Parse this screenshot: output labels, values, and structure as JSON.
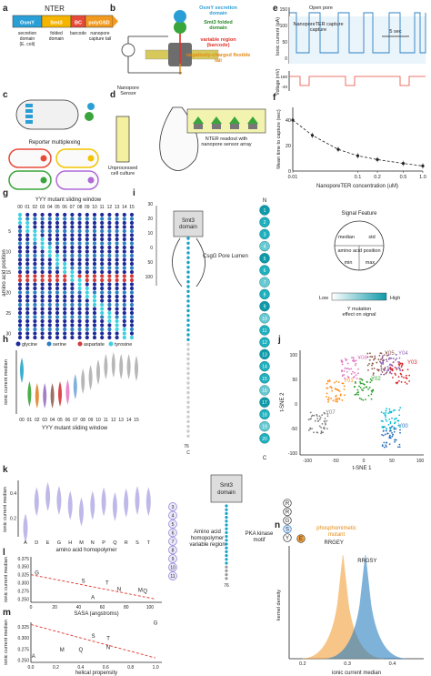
{
  "panel_letters": [
    "a",
    "b",
    "c",
    "d",
    "e",
    "f",
    "g",
    "h",
    "i",
    "j",
    "k",
    "l",
    "m",
    "n"
  ],
  "panel_a": {
    "title": "NTER",
    "segments": [
      "OsmY",
      "Smt3",
      "BC",
      "polyGSD"
    ],
    "segment_colors": [
      "#2a9fd6",
      "#f4b400",
      "#e84a3a",
      "#f29a1f"
    ],
    "captions": [
      "secretion domain (E. coli)",
      "folded domain",
      "barcode",
      "nanopore capture tail"
    ]
  },
  "panel_b": {
    "labels": [
      "OsmY secretion domain",
      "Smt3 folded domain",
      "variable region (barcode)",
      "negatively-charged flexible tail",
      "Nanopore Sensor"
    ],
    "label_colors": [
      "#2a9fd6",
      "#2a8a2a",
      "#e0342c",
      "#e38a16",
      "#333333"
    ]
  },
  "panel_c": {
    "label": "Reporter multiplexing"
  },
  "panel_d": {
    "labels": [
      "NTER readout with nanopore sensor array",
      "Unprocessed cell culture"
    ]
  },
  "panel_e": {
    "annotations": [
      "Open pore",
      "NanoporeTER capture",
      "5 sec"
    ],
    "ylabel_top": "Ionic current (pA)",
    "yticks_top": [
      "150",
      "100",
      "50",
      "0"
    ],
    "ylabel_bottom": "Voltage (mV)",
    "yticks_bottom": [
      "180",
      "-40"
    ]
  },
  "panel_g": {
    "title": "YYY mutant sliding window",
    "xticks": [
      "00",
      "01",
      "02",
      "03",
      "04",
      "05",
      "06",
      "07",
      "08",
      "09",
      "10",
      "11",
      "12",
      "13",
      "14",
      "15"
    ],
    "yticks": [
      "5",
      "10",
      "15",
      "20",
      "25",
      "30"
    ],
    "ylabel": "amino acid position",
    "legend": [
      "glycine",
      "serine",
      "aspartate",
      "tyrosine"
    ],
    "legend_colors": [
      "#1f2a9a",
      "#2c7fc0",
      "#d23a3a",
      "#40d0e0"
    ]
  },
  "panel_i": {
    "labels": [
      "Smt3 domain",
      "CsgG Pore Lumen",
      "Signal Feature",
      "Low",
      "High",
      "Y mutation effect on signal",
      "N",
      "C"
    ],
    "feature_center": [
      "median",
      "std",
      "amino acid position",
      "min",
      "max"
    ],
    "bead_numbers": [
      "1",
      "2",
      "3",
      "4",
      "5",
      "6",
      "7",
      "8",
      "9",
      "10",
      "11",
      "12",
      "13",
      "14",
      "15",
      "16",
      "17",
      "18",
      "19",
      "20"
    ],
    "ruler_ticks": [
      "30",
      "20",
      "10",
      "0",
      "50",
      "100"
    ],
    "terminal_number": "76"
  },
  "panel_j": {
    "xlabel": "t-SNE 1",
    "ylabel": "t-SNE 2",
    "xticks": [
      "-100",
      "-50",
      "0",
      "50",
      "100"
    ],
    "yticks": [
      "100",
      "50",
      "0",
      "-50",
      "-100"
    ],
    "clusters": [
      {
        "name": "Y00",
        "color": "#2a6fb8"
      },
      {
        "name": "Y01",
        "color": "#ff8c1a"
      },
      {
        "name": "Y02",
        "color": "#2ca02c"
      },
      {
        "name": "Y03",
        "color": "#d62728"
      },
      {
        "name": "Y04",
        "color": "#9467bd"
      },
      {
        "name": "Y05",
        "color": "#8c564b"
      },
      {
        "name": "Y06",
        "color": "#e377c2"
      },
      {
        "name": "Y07",
        "color": "#7f7f7f"
      },
      {
        "name": "",
        "color": "#00bcd4"
      }
    ]
  },
  "panel_k_right": {
    "labels": [
      "Smt3 domain",
      "Amino acid homopolymer variable region",
      "PKA kinase motif",
      "phosphomimetic mutant"
    ],
    "bead_numbers": [
      "3",
      "4",
      "5",
      "6",
      "7",
      "8",
      "9",
      "10",
      "11"
    ],
    "motif_letters": [
      "R",
      "R",
      "G",
      "S",
      "Y"
    ],
    "mutant_letter": "E",
    "terminal_number": "76"
  },
  "chart_data": [
    {
      "type": "line",
      "title": "",
      "xlabel": "NanoporeTER concentration (uM)",
      "ylabel": "Mean time to capture (sec)",
      "xscale": "log",
      "x": [
        0.01,
        0.02,
        0.05,
        0.1,
        0.2,
        0.5,
        1.0
      ],
      "y": [
        40,
        28,
        17,
        12,
        9,
        6,
        4
      ],
      "xticks": [
        "0.01",
        "0.1",
        "0.2",
        "0.5",
        "1.0"
      ],
      "yticks": [
        "0",
        "20",
        "40"
      ],
      "ylim": [
        0,
        50
      ]
    },
    {
      "type": "violin",
      "xlabel": "YYY mutant sliding window",
      "ylabel": "ionic current median",
      "categories": [
        "00",
        "01",
        "02",
        "03",
        "04",
        "05",
        "06",
        "07",
        "08",
        "09",
        "10",
        "11",
        "12",
        "13",
        "14",
        "15"
      ],
      "medians": [
        0.34,
        0.21,
        0.2,
        0.2,
        0.2,
        0.21,
        0.22,
        0.25,
        0.28,
        0.3,
        0.33,
        0.36,
        0.37,
        0.36,
        0.36,
        0.35
      ],
      "colors": [
        "#1aa1c6",
        "#2ca02c",
        "#e07b1a",
        "#9467bd",
        "#8c564b",
        "#d62728",
        "#e377c2",
        "#6aa2d8",
        "#aaaaaa",
        "#aaaaaa",
        "#aaaaaa",
        "#aaaaaa",
        "#aaaaaa",
        "#aaaaaa",
        "#aaaaaa",
        "#aaaaaa"
      ]
    },
    {
      "type": "violin",
      "xlabel": "amino acid homopolymer",
      "ylabel": "ionic current median",
      "categories": [
        "A",
        "D",
        "E",
        "G",
        "H",
        "M",
        "N",
        "P",
        "Q",
        "R",
        "S",
        "T"
      ],
      "medians": [
        0.12,
        0.33,
        0.37,
        0.34,
        0.3,
        0.25,
        0.3,
        0.33,
        0.29,
        0.32,
        0.34,
        0.33
      ],
      "yticks": [
        "0.4",
        "0.2"
      ],
      "color": "#8a7fd8"
    },
    {
      "type": "scatter",
      "xlabel": "SASA (angstroms)",
      "ylabel": "ionic current median",
      "points": [
        {
          "label": "G",
          "x": 5,
          "y": 0.325
        },
        {
          "label": "S",
          "x": 44,
          "y": 0.3
        },
        {
          "label": "T",
          "x": 64,
          "y": 0.295
        },
        {
          "label": "N",
          "x": 74,
          "y": 0.275
        },
        {
          "label": "M",
          "x": 92,
          "y": 0.272
        },
        {
          "label": "Q",
          "x": 96,
          "y": 0.27
        },
        {
          "label": "A",
          "x": 52,
          "y": 0.25
        }
      ],
      "xticks": [
        "0",
        "20",
        "40",
        "60",
        "80",
        "100"
      ],
      "yticks": [
        "0.375",
        "0.350",
        "0.325",
        "0.300",
        "0.275",
        "0.250"
      ],
      "xlim": [
        0,
        110
      ],
      "ylim": [
        0.24,
        0.38
      ]
    },
    {
      "type": "scatter",
      "xlabel": "helical propensity",
      "ylabel": "ionic current median",
      "points": [
        {
          "label": "G",
          "x": 1.0,
          "y": 0.33
        },
        {
          "label": "S",
          "x": 0.5,
          "y": 0.3
        },
        {
          "label": "T",
          "x": 0.62,
          "y": 0.295
        },
        {
          "label": "N",
          "x": 0.62,
          "y": 0.275
        },
        {
          "label": "Q",
          "x": 0.4,
          "y": 0.27
        },
        {
          "label": "M",
          "x": 0.25,
          "y": 0.27
        },
        {
          "label": "A",
          "x": 0.02,
          "y": 0.255
        }
      ],
      "xticks": [
        "0.0",
        "0.2",
        "0.4",
        "0.6",
        "0.8",
        "1.0"
      ],
      "yticks": [
        "0.325",
        "0.300",
        "0.275",
        "0.250"
      ],
      "xlim": [
        0,
        1.05
      ],
      "ylim": [
        0.245,
        0.335
      ]
    },
    {
      "type": "area",
      "xlabel": "ionic current median",
      "ylabel": "kernel density",
      "series": [
        {
          "name": "RRGEY",
          "color": "#f2a03a",
          "peak": 0.29
        },
        {
          "name": "RRGSY",
          "color": "#2a7fc0",
          "peak": 0.34
        }
      ],
      "xticks": [
        "0.2",
        "0.3",
        "0.4"
      ]
    }
  ]
}
